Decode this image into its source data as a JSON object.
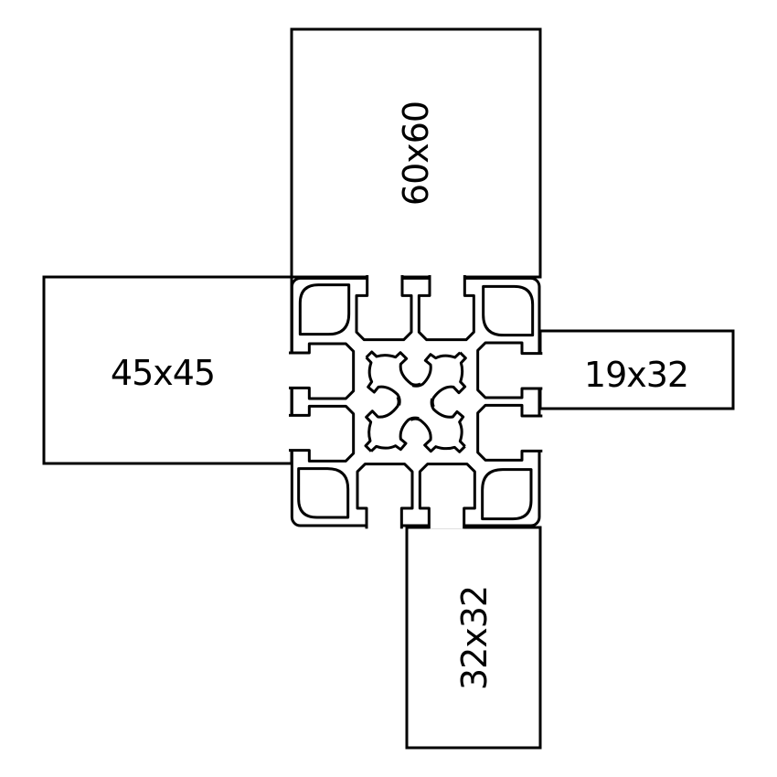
{
  "profiles": {
    "top": {
      "label": "60x60"
    },
    "left": {
      "label": "45x45"
    },
    "right": {
      "label": "19x32"
    },
    "bottom": {
      "label": "32x32"
    }
  },
  "colors": {
    "line": "#000000",
    "background": "#ffffff"
  }
}
